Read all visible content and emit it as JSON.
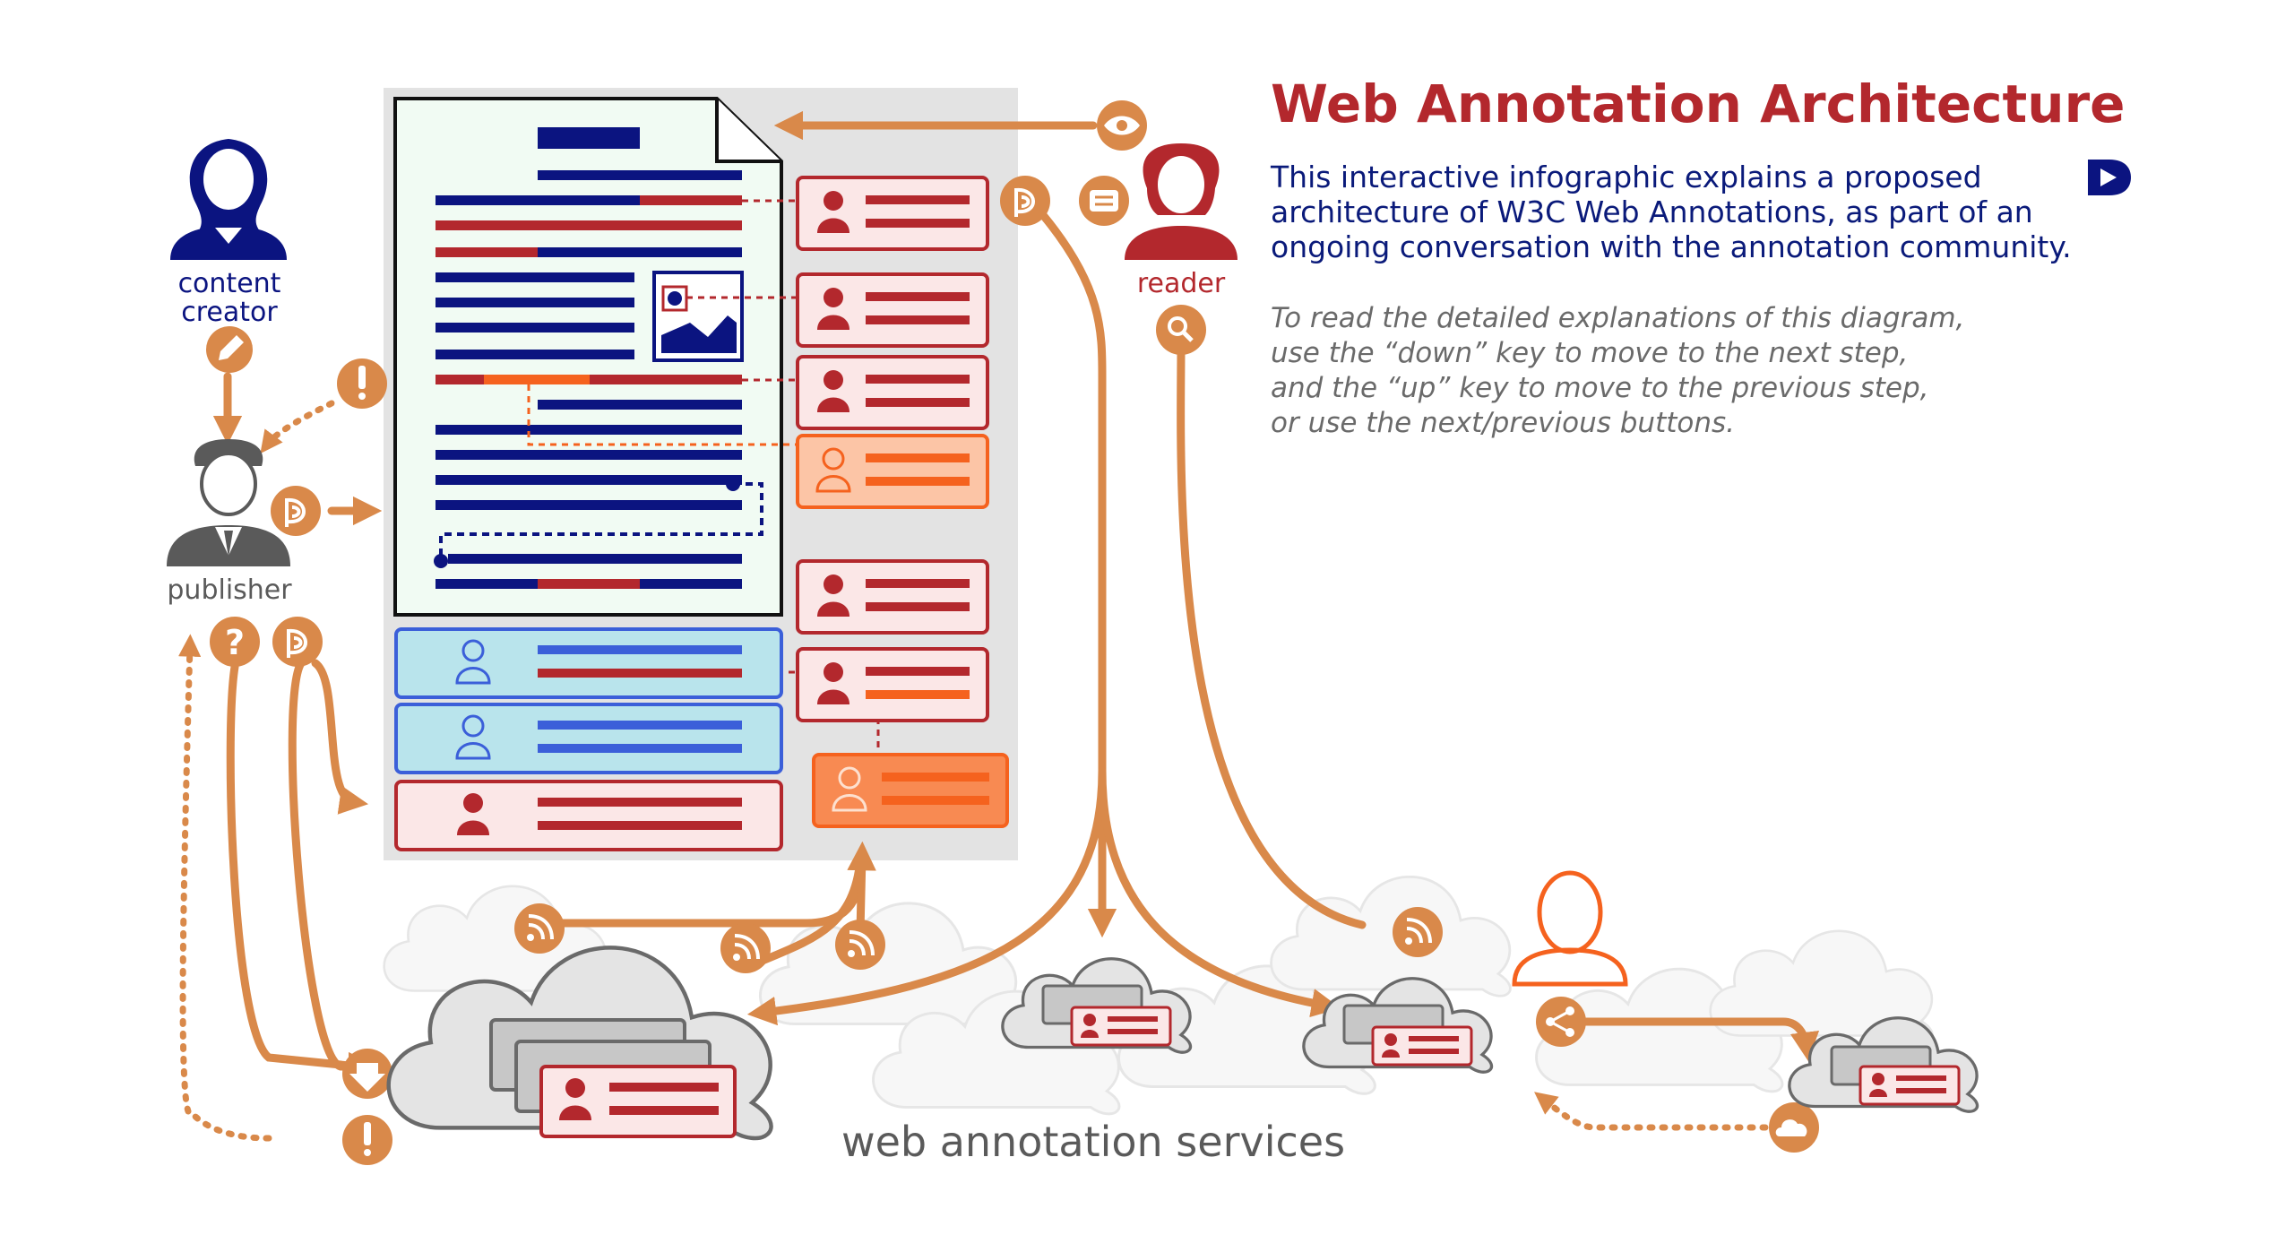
{
  "header": {
    "title": "Web Annotation Architecture",
    "intro": "This interactive infographic explains a proposed architecture of W3C Web Annotations, as part of an ongoing conversation with the annotation community.",
    "instructions": [
      "To read the detailed explanations of this diagram,",
      "use the “down” key to move to the next step,",
      "and the “up” key to move to the previous step,",
      "or use the next/previous buttons."
    ]
  },
  "diagram": {
    "actors": {
      "content_creator": "content creator",
      "publisher": "publisher",
      "reader": "reader"
    },
    "services_label": "web annotation services",
    "colors": {
      "accent_orange": "#d9894a",
      "title_red": "#b3282d",
      "navy": "#0b1480",
      "annotation_red": "#b3282d",
      "highlight_orange": "#f5621e",
      "reply_blue": "#3b5fd9"
    },
    "icons": [
      "edit-icon",
      "alert-icon",
      "annotate-icon",
      "question-icon",
      "eye-icon",
      "list-icon",
      "search-icon",
      "feed-icon",
      "share-icon",
      "cloud-upload-icon",
      "download-icon",
      "next-icon"
    ]
  }
}
